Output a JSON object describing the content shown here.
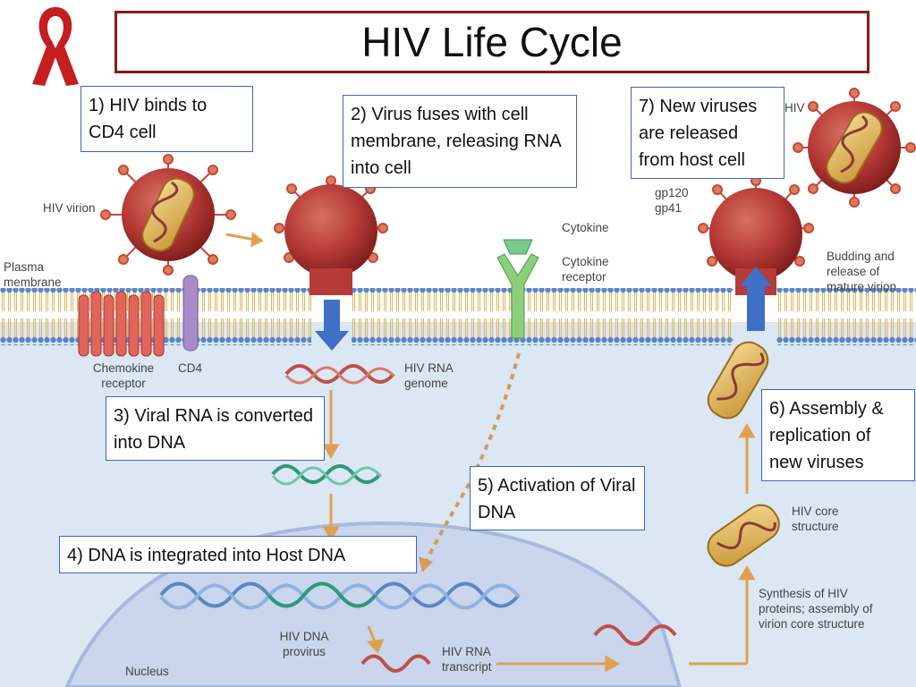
{
  "title": "HIV Life Cycle",
  "steps": [
    "1) HIV binds to CD4 cell",
    "2) Virus fuses with cell membrane, releasing RNA into cell",
    "3) Viral RNA is converted into DNA",
    "4) DNA is integrated into Host DNA",
    "5) Activation of Viral DNA",
    "6) Assembly & replication of new viruses",
    "7) New viruses are released from host cell"
  ],
  "labels": {
    "hiv_virion": "HIV virion",
    "plasma_membrane": "Plasma membrane",
    "chemokine_receptor": "Chemokine receptor",
    "cd4": "CD4",
    "hiv_rna_genome": "HIV RNA genome",
    "cytokine": "Cytokine",
    "cytokine_receptor": "Cytokine receptor",
    "hiv": "HIV",
    "gp120": "gp120",
    "gp41": "gp41",
    "budding": "Budding and release of mature virion",
    "hiv_core_structure": "HIV core structure",
    "synthesis": "Synthesis of HIV proteins; assembly of virion core structure",
    "hiv_dna_provirus": "HIV DNA provirus",
    "hiv_rna_transcript": "HIV RNA transcript",
    "nucleus": "Nucleus"
  },
  "colors": {
    "title_border": "#8b1a1a",
    "step_border": "#3a66c4",
    "ribbon": "#c41e1e",
    "virion": "#b83a3a",
    "membrane": "#5b88c8",
    "arrow": "#e0a050",
    "cytoplasm": "#dbe7f2"
  }
}
